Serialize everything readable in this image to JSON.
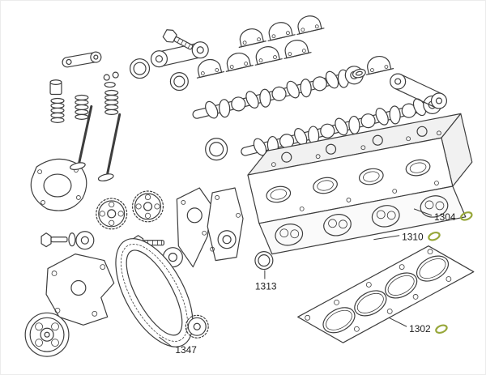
{
  "figure": {
    "background_color": "#ffffff",
    "line_color": "#3d3d3d",
    "highlight_color": "#97a73a",
    "callouts": [
      {
        "id": "1304",
        "icon": "gasket-icon"
      },
      {
        "id": "1310",
        "icon": "gasket-icon"
      },
      {
        "id": "1313",
        "icon": null
      },
      {
        "id": "1302",
        "icon": "gasket-icon"
      },
      {
        "id": "1347",
        "icon": null
      }
    ]
  }
}
